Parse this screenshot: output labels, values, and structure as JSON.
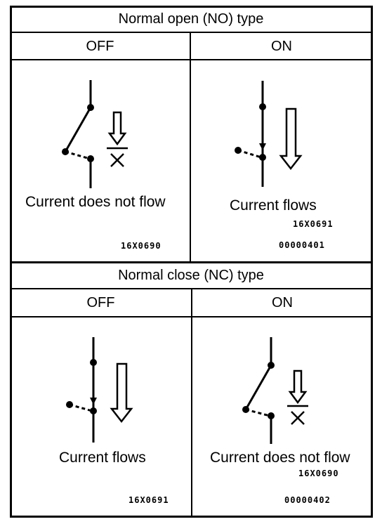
{
  "no_section": {
    "title": "Normal open (NO) type",
    "off": {
      "label": "OFF",
      "caption": "Current does not flow",
      "code": "16X0690"
    },
    "on": {
      "label": "ON",
      "caption": "Current flows",
      "code": "16X0691",
      "ref": "00000401"
    }
  },
  "nc_section": {
    "title": "Normal close (NC) type",
    "off": {
      "label": "OFF",
      "caption": "Current flows",
      "code": "16X0691"
    },
    "on": {
      "label": "ON",
      "caption": "Current does not flow",
      "code": "16X0690",
      "ref": "00000402"
    }
  }
}
